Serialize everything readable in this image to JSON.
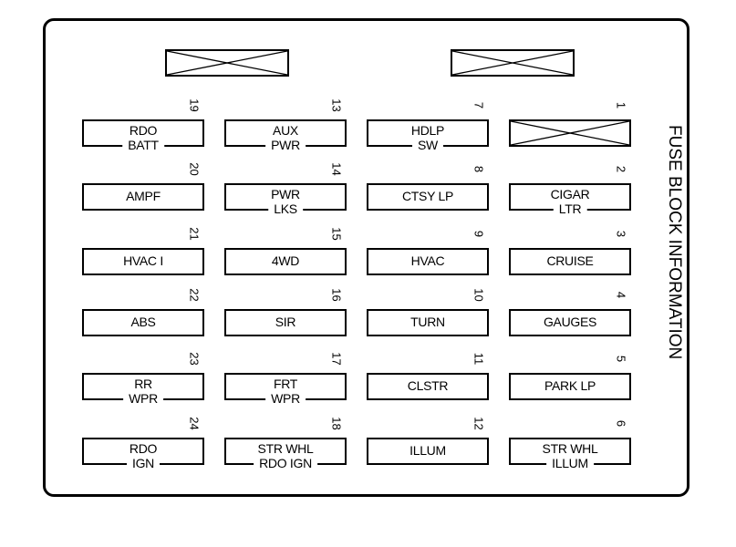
{
  "title": "FUSE BLOCK INFORMATION",
  "relays": [
    {
      "name": "relay-left",
      "status": "empty"
    },
    {
      "name": "relay-right",
      "status": "empty"
    }
  ],
  "columns": [
    [
      {
        "number": "19",
        "lines": [
          "RDO",
          "BATT"
        ]
      },
      {
        "number": "20",
        "lines": [
          "AMPF"
        ]
      },
      {
        "number": "21",
        "lines": [
          "HVAC I"
        ]
      },
      {
        "number": "22",
        "lines": [
          "ABS"
        ]
      },
      {
        "number": "23",
        "lines": [
          "RR",
          "WPR"
        ]
      },
      {
        "number": "24",
        "lines": [
          "RDO",
          "IGN"
        ]
      }
    ],
    [
      {
        "number": "13",
        "lines": [
          "AUX",
          "PWR"
        ]
      },
      {
        "number": "14",
        "lines": [
          "PWR",
          "LKS"
        ]
      },
      {
        "number": "15",
        "lines": [
          "4WD"
        ]
      },
      {
        "number": "16",
        "lines": [
          "SIR"
        ]
      },
      {
        "number": "17",
        "lines": [
          "FRT",
          "WPR"
        ]
      },
      {
        "number": "18",
        "lines": [
          "STR WHL",
          "RDO IGN"
        ]
      }
    ],
    [
      {
        "number": "7",
        "lines": [
          "HDLP",
          "SW"
        ]
      },
      {
        "number": "8",
        "lines": [
          "CTSY LP"
        ]
      },
      {
        "number": "9",
        "lines": [
          "HVAC"
        ]
      },
      {
        "number": "10",
        "lines": [
          "TURN"
        ]
      },
      {
        "number": "11",
        "lines": [
          "CLSTR"
        ]
      },
      {
        "number": "12",
        "lines": [
          "ILLUM"
        ]
      }
    ],
    [
      {
        "number": "1",
        "lines": [],
        "empty": true
      },
      {
        "number": "2",
        "lines": [
          "CIGAR",
          "LTR"
        ]
      },
      {
        "number": "3",
        "lines": [
          "CRUISE"
        ]
      },
      {
        "number": "4",
        "lines": [
          "GAUGES"
        ]
      },
      {
        "number": "5",
        "lines": [
          "PARK LP"
        ]
      },
      {
        "number": "6",
        "lines": [
          "STR WHL",
          "ILLUM"
        ]
      }
    ]
  ]
}
